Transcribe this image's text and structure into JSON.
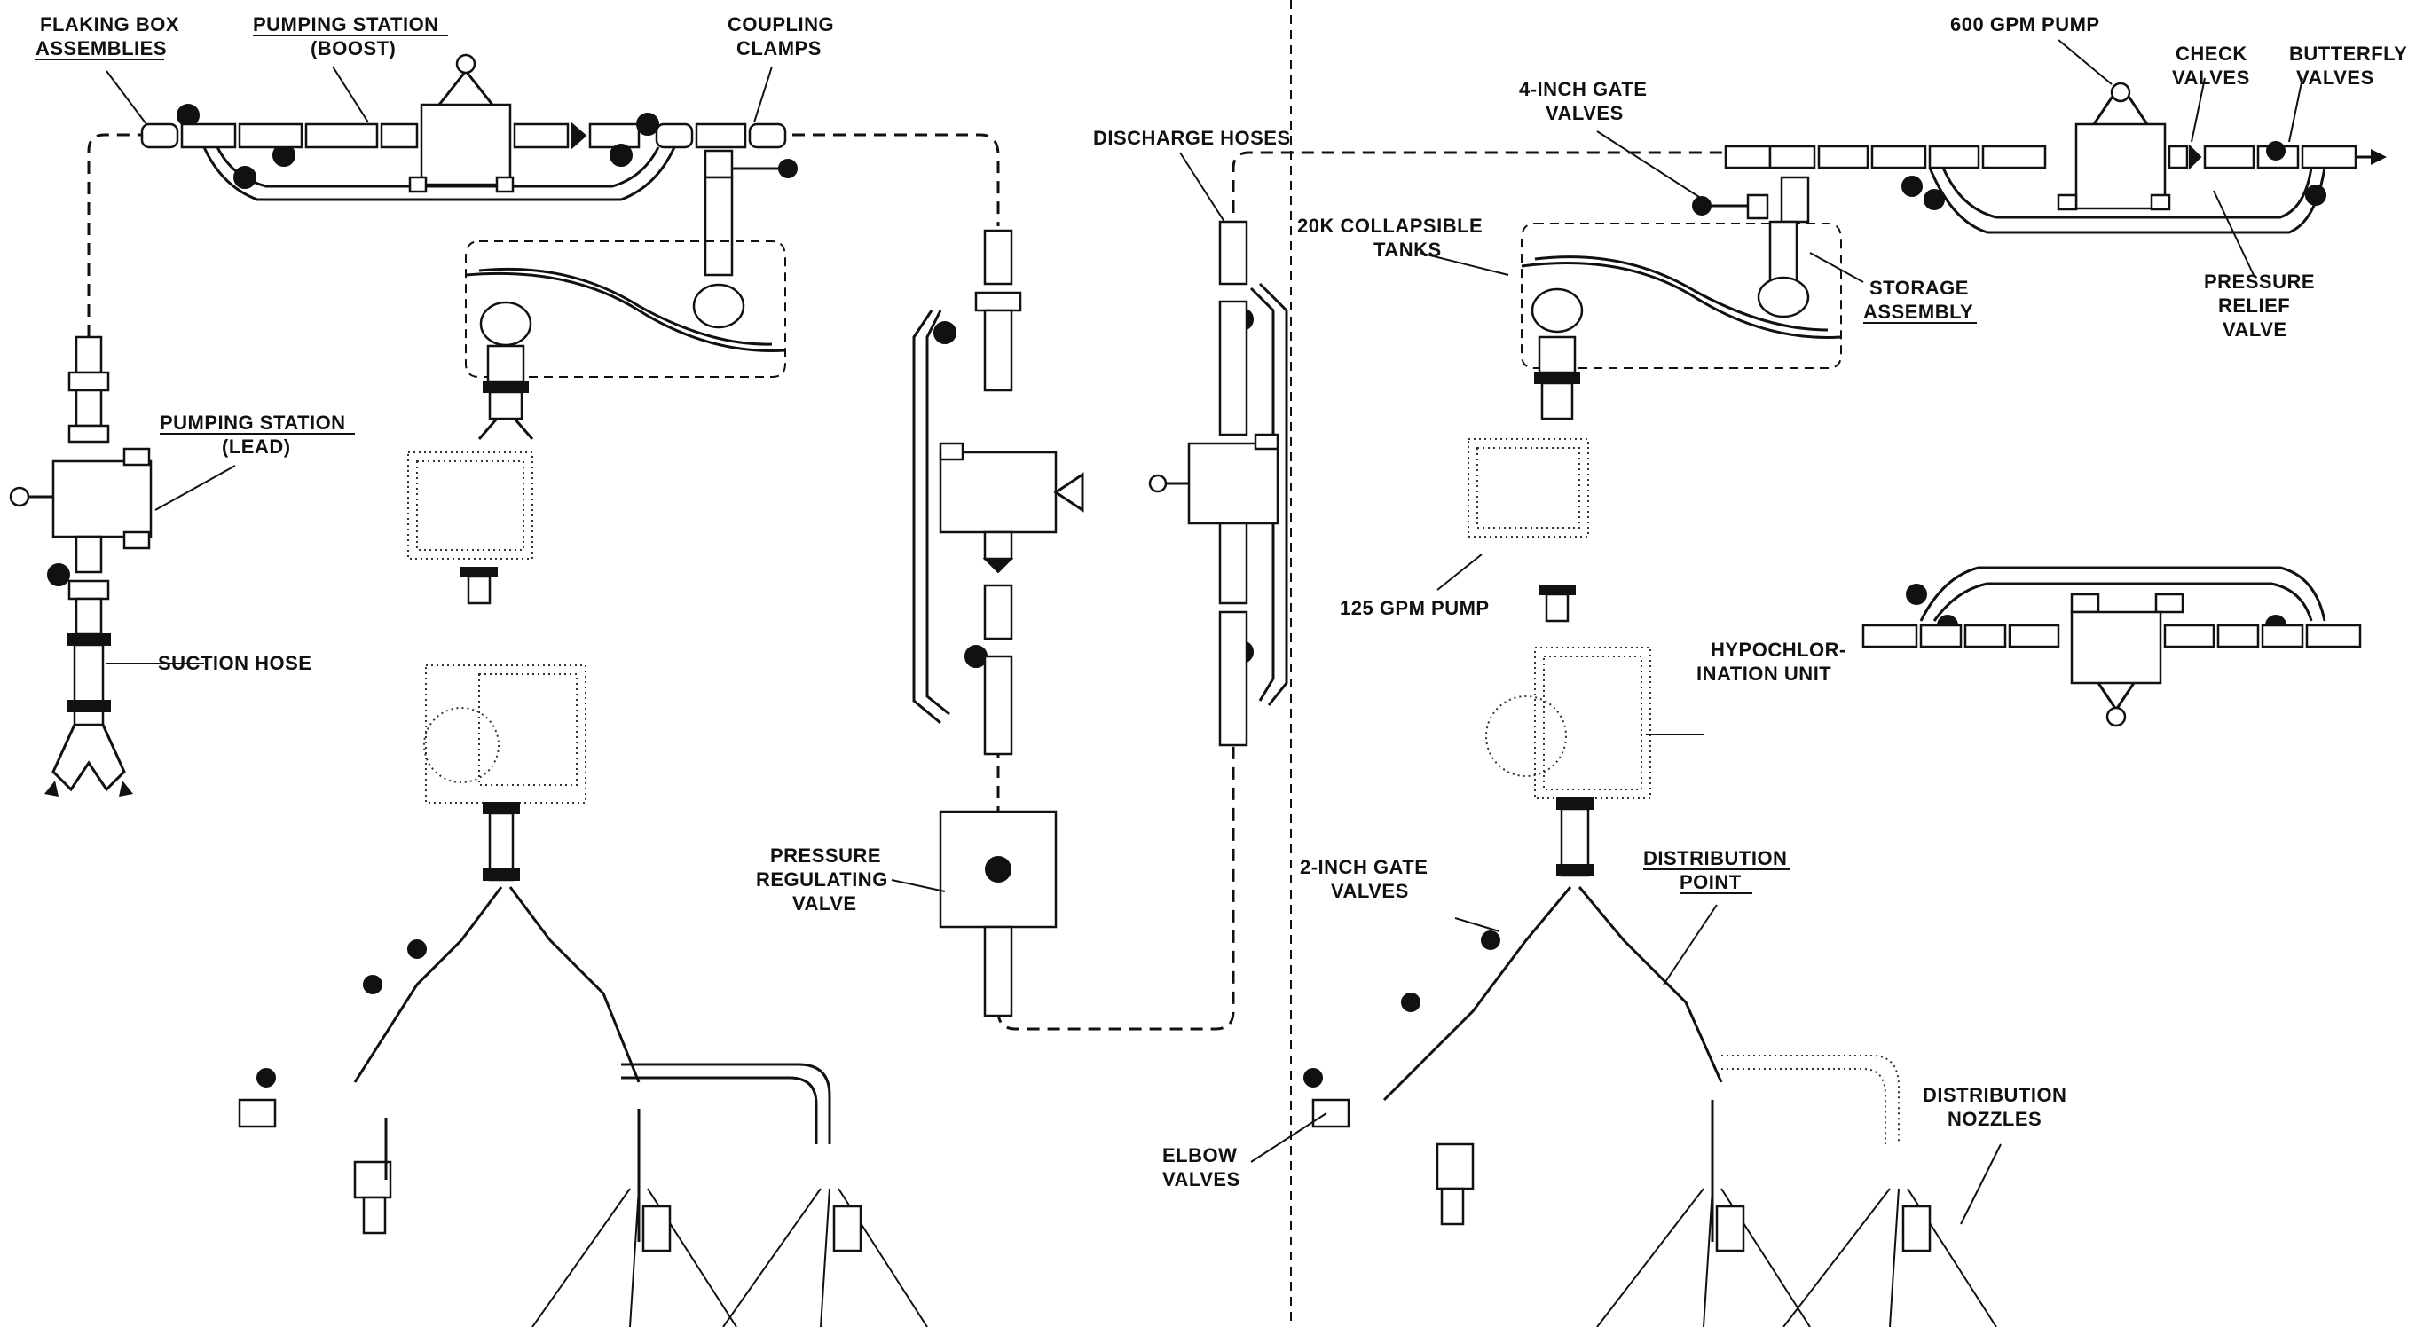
{
  "labels": {
    "flaking_box_1": "FLAKING BOX",
    "flaking_box_2": "ASSEMBLIES",
    "pumping_boost_1": "PUMPING STATION",
    "pumping_boost_2": "(BOOST)",
    "coupling_1": "COUPLING",
    "coupling_2": "CLAMPS",
    "pumping_lead_1": "PUMPING STATION",
    "pumping_lead_2": "(LEAD)",
    "suction_hose": "SUCTION HOSE",
    "discharge_hoses": "DISCHARGE HOSES",
    "pressure_reg_1": "PRESSURE",
    "pressure_reg_2": "REGULATING",
    "pressure_reg_3": "VALVE",
    "gate4_1": "4-INCH GATE",
    "gate4_2": "VALVES",
    "pump600": "600 GPM PUMP",
    "check_1": "CHECK",
    "check_2": "VALVES",
    "butterfly_1": "BUTTERFLY",
    "butterfly_2": "VALVES",
    "tanks_1": "20K COLLAPSIBLE",
    "tanks_2": "TANKS",
    "storage_1": "STORAGE",
    "storage_2": "ASSEMBLY",
    "relief_1": "PRESSURE",
    "relief_2": "RELIEF",
    "relief_3": "VALVE",
    "pump125": "125 GPM PUMP",
    "hypo_1": "HYPOCHLOR-",
    "hypo_2": "INATION UNIT",
    "gate2_1": "2-INCH GATE",
    "gate2_2": "VALVES",
    "distpoint_1": "DISTRIBUTION",
    "distpoint_2": "POINT",
    "elbow_1": "ELBOW",
    "elbow_2": "VALVES",
    "nozzles_1": "DISTRIBUTION",
    "nozzles_2": "NOZZLES"
  }
}
